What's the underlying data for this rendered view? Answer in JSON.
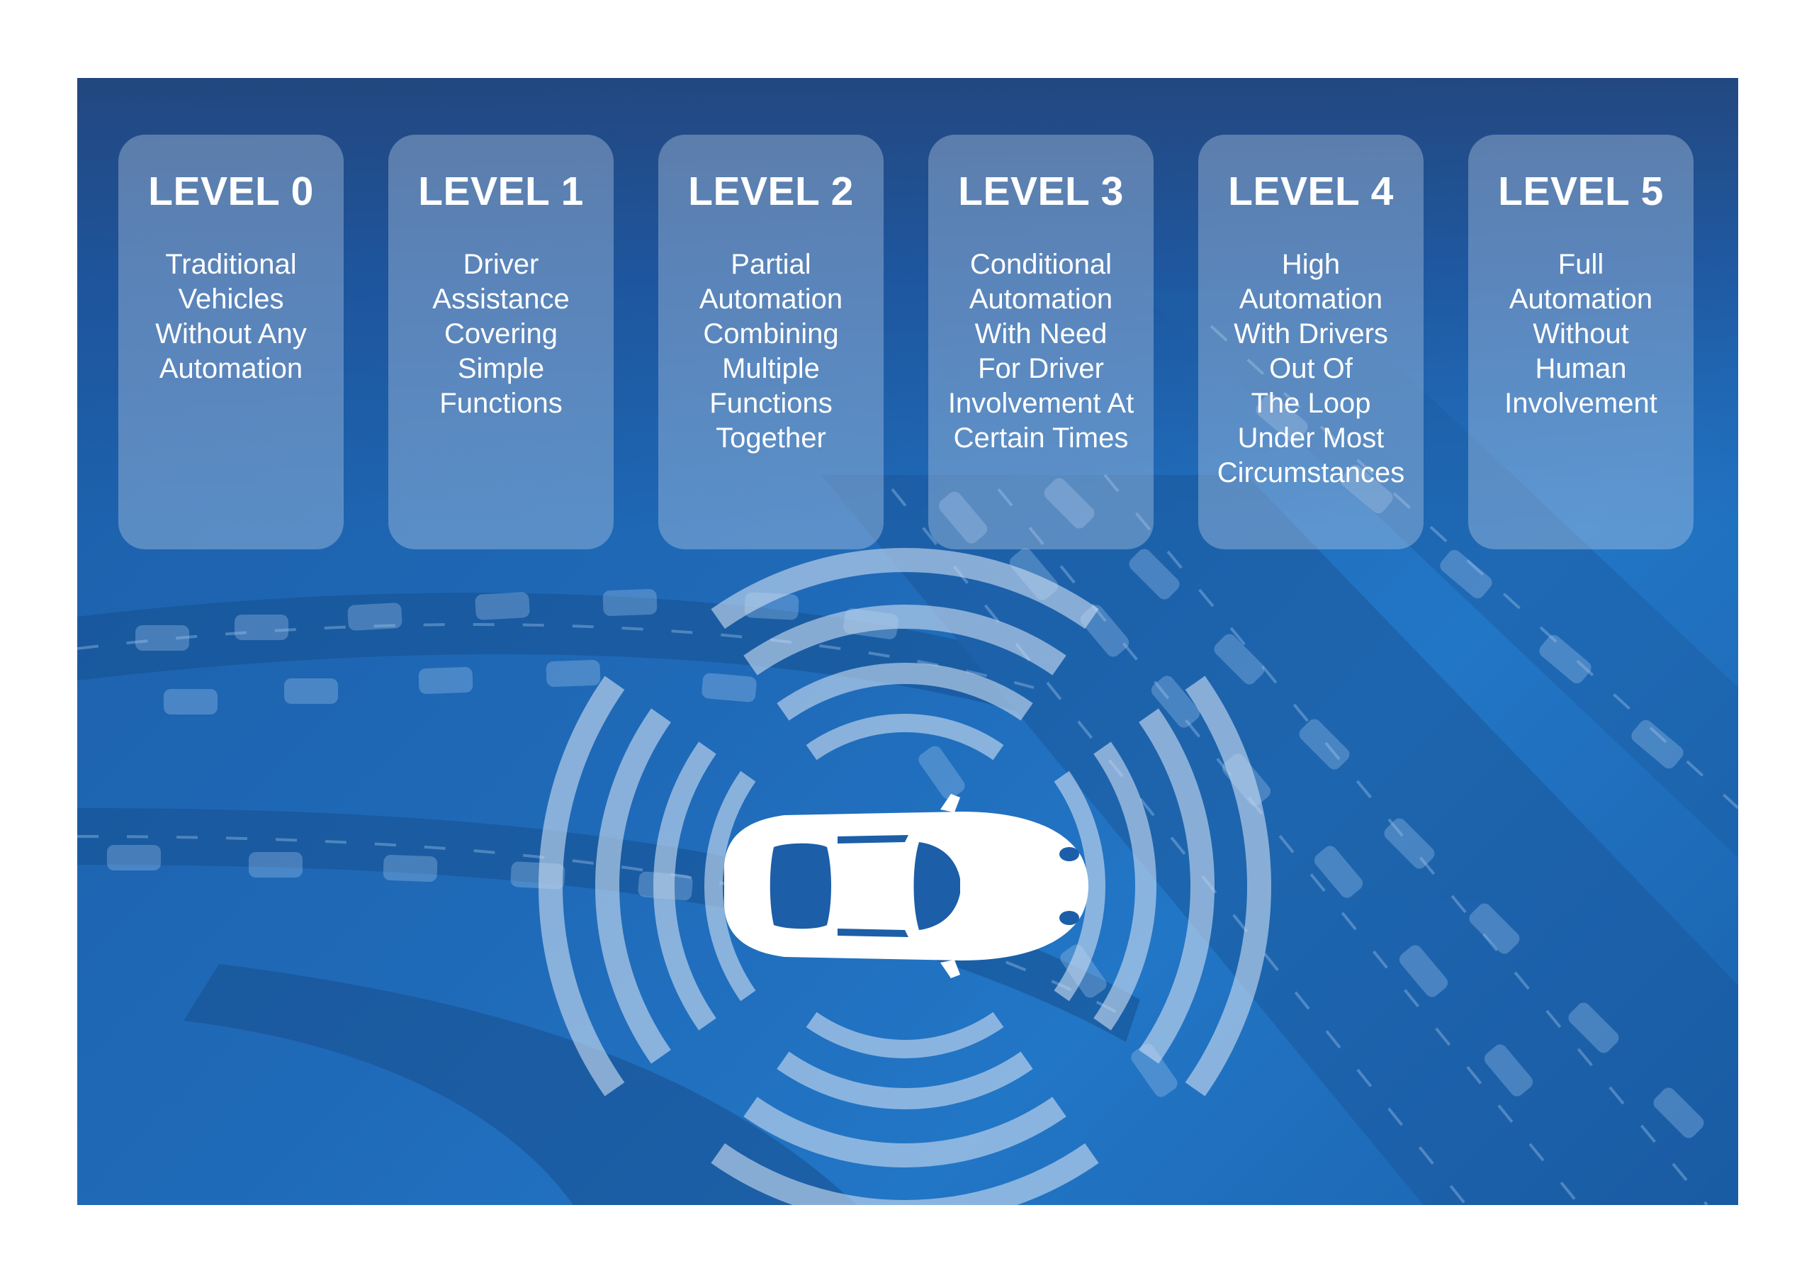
{
  "levels": [
    {
      "title": "LEVEL 0",
      "lines": [
        "Traditional",
        "Vehicles",
        "Without Any",
        "Automation"
      ]
    },
    {
      "title": "LEVEL 1",
      "lines": [
        "Driver",
        "Assistance",
        "Covering",
        "Simple",
        "Functions"
      ]
    },
    {
      "title": "LEVEL 2",
      "lines": [
        "Partial",
        "Automation",
        "Combining",
        "Multiple",
        "Functions",
        "Together"
      ]
    },
    {
      "title": "LEVEL 3",
      "lines": [
        "Conditional",
        "Automation",
        "With Need",
        "For Driver",
        "Involvement At",
        "Certain Times"
      ]
    },
    {
      "title": "LEVEL 4",
      "lines": [
        "High",
        "Automation",
        "With Drivers",
        "Out Of",
        "The Loop",
        "Under Most",
        "Circumstances"
      ]
    },
    {
      "title": "LEVEL 5",
      "lines": [
        "Full",
        "Automation",
        "Without",
        "Human",
        "Involvement"
      ]
    }
  ],
  "colors": {
    "background_blue": "#1f6ab8",
    "header_navy": "#23467d",
    "card_fill": "#becfe8",
    "text": "#ffffff"
  },
  "icons": {
    "car": "car-top-view-icon",
    "sensor_waves": "sensor-signal-waves-icon"
  }
}
